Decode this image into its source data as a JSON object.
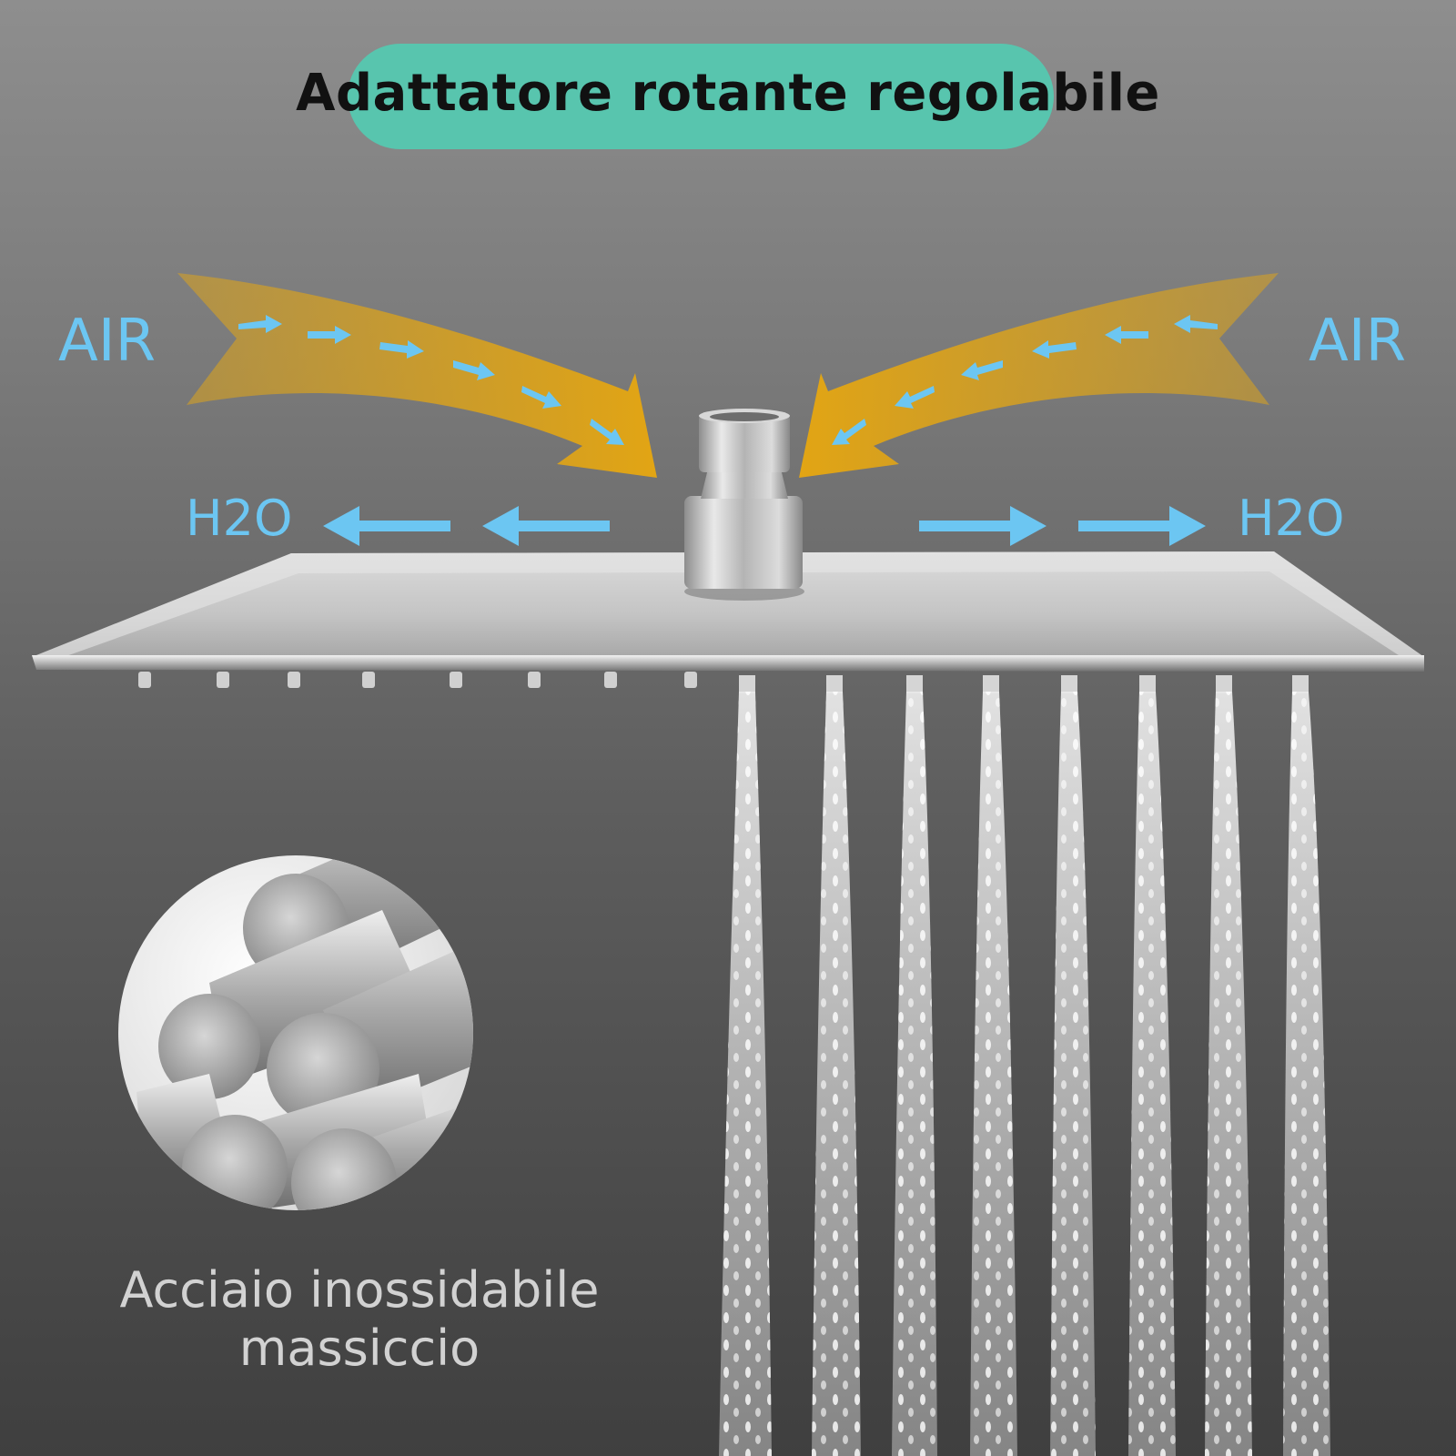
{
  "title": "Adattatore rotante regolabile",
  "labels": {
    "air_left": "AIR",
    "air_right": "AIR",
    "h2o_left": "H2O",
    "h2o_right": "H2O"
  },
  "caption": {
    "line1": "Acciaio inossidabile",
    "line2": "massiccio"
  },
  "colors": {
    "pill": "#58c5ae",
    "air_arrow": "#d9a21f",
    "accent_blue": "#6cc6f2",
    "steel": "#c9c9c9"
  },
  "icons": {
    "adapter": "swivel-adapter-icon",
    "shower_head": "shower-head-icon",
    "steel_rods": "steel-rods-icon"
  }
}
